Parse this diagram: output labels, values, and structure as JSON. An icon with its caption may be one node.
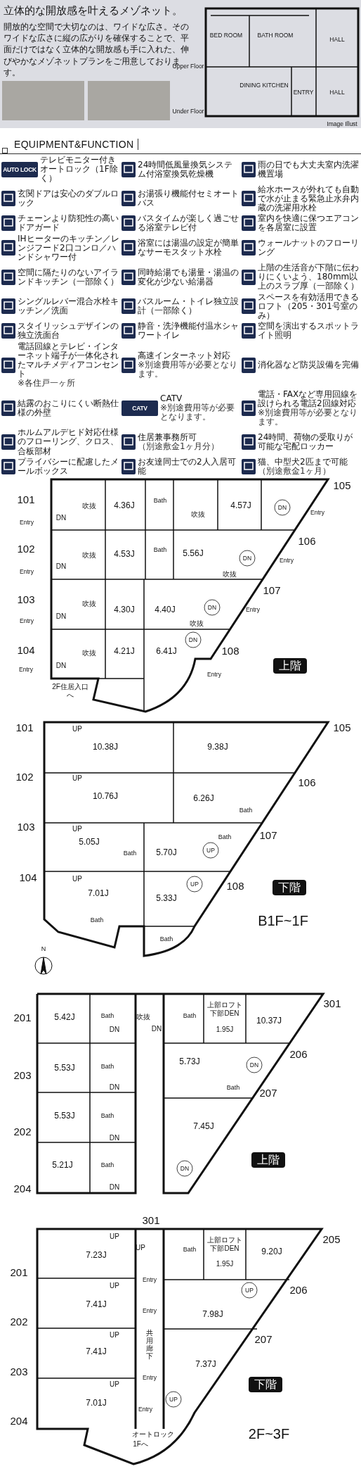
{
  "diagram": {
    "title": "立体的な開放感を叶えるメゾネット。",
    "labels": [
      "開放的な空間で大切なのは、ワイドな広さ。そのワイドな広さに縦の広がりを確保することで、平面だけではなく立体的な開放感も手に入れた、伸びやかなメゾネットプランをご用意しております。",
      "BED ROOM",
      "BATH ROOM",
      "HALL",
      "Upper Floor",
      "DINING KITCHEN",
      "ENTRY",
      "HALL",
      "Under Floor",
      "Image Illust",
      "EQUIPMENT&FUNCTION",
      "AUTO LOCK",
      "テレビモニター付きオートロック（1F除く）",
      "24時間低風量換気システム付浴室換気乾燥機",
      "雨の日でも大丈夫室内洗濯機置場",
      "玄関ドアは安心のダブルロック",
      "お湯張り機能付セミオートバス",
      "給水ホースが外れても自動で水が止まる緊急止水弁内蔵の洗濯用水栓",
      "チェーンより防犯性の高いドアガード",
      "バスタイムが楽しく過ごせる浴室テレビ付",
      "室内を快適に保つエアコンを各居室に設置",
      "IHヒーターのキッチン／レンジフード2口コンロ／ハンドシャワー付",
      "浴室には湯温の設定が簡単なサーモスタット水栓",
      "ウォールナットのフローリング",
      "空間に隔たりのないアイランドキッチン（一部除く）",
      "同時給湯でも湯量・湯温の変化が少ない給湯器",
      "上階の生活音が下階に伝わりにくいよう、180mm以上のスラブ厚（一部除く）",
      "シングルレバー混合水栓キッチン／洗面",
      "バスルーム・トイレ独立設計（一部除く）",
      "スペースを有効活用できるロフト（205・301号室のみ）",
      "スタイリッシュデザインの独立洗面台",
      "静音・洗浄機能付温水シャワートイレ",
      "空間を演出するスポットライト照明",
      "電話回線とテレビ・インターネット端子が一体化されたマルチメディアコンセント",
      "※各住戸一ヶ所",
      "高速インターネット対応",
      "※別途費用等が必要となります。",
      "消化器など防災設備を完備",
      "結露のおこりにくい断熱仕様の外壁",
      "CATV",
      "CATV",
      "※別途費用等が必要となります。",
      "電話・FAXなど専用回線を設けられる電話2回線対応",
      "※別途費用等が必要となります。",
      "ホルムアルデヒド対応仕様のフローリング、クロス、合板部材",
      "住居兼事務所可",
      "（別途敷金1ヶ月分）",
      "24時間、荷物の受取りが可能な宅配ロッカー",
      "プライバシーに配慮したメールボックス",
      "お友達同士での2人入居可能",
      "猫、中型犬2匹まで可能",
      "（別途敷金1ヶ月）",
      "101",
      "吹抜",
      "4.36J",
      "Bath",
      "吹抜",
      "4.57J",
      "DN",
      "105",
      "DN",
      "Entry",
      "Entry",
      "102",
      "吹抜",
      "4.53J",
      "Bath",
      "5.56J",
      "DN",
      "106",
      "DN",
      "Entry",
      "Entry",
      "吹抜",
      "103",
      "吹抜",
      "4.30J",
      "4.40J",
      "DN",
      "107",
      "DN",
      "Entry",
      "Entry",
      "吹抜",
      "104",
      "吹抜",
      "4.21J",
      "6.41J",
      "DN",
      "108",
      "上階",
      "DN",
      "Entry",
      "Entry",
      "2F住居入口へ",
      "101",
      "UP",
      "105",
      "10.38J",
      "9.38J",
      "102",
      "106",
      "UP",
      "10.76J",
      "6.26J",
      "Bath",
      "103",
      "UP",
      "5.05J",
      "Bath",
      "107",
      "Bath",
      "5.70J",
      "UP",
      "104",
      "UP",
      "UP",
      "108",
      "下階",
      "5.33J",
      "7.01J",
      "Bath",
      "B1F~1F",
      "Bath",
      "N",
      "201",
      "5.42J",
      "Bath",
      "吹抜",
      "Bath",
      "上部ロフト下部DEN",
      "1.95J",
      "10.37J",
      "301",
      "DN",
      "DN",
      "206",
      "5.73J",
      "5.53J",
      "Bath",
      "DN",
      "203",
      "DN",
      "Bath",
      "207",
      "5.53J",
      "Bath",
      "7.45J",
      "202",
      "DN",
      "上階",
      "5.21J",
      "Bath",
      "DN",
      "204",
      "DN",
      "301",
      "201",
      "UP",
      "7.23J",
      "UP",
      "Bath",
      "上部ロフト下部DEN",
      "1.95J",
      "9.20J",
      "205",
      "Entry",
      "UP",
      "7.41J",
      "UP",
      "206",
      "Entry",
      "7.98J",
      "202",
      "UP",
      "207",
      "共用廊下",
      "7.41J",
      "7.37J",
      "203",
      "Entry",
      "UP",
      "下階",
      "UP",
      "7.01J",
      "Entry",
      "204",
      "オートロック",
      "2F~3F",
      "1Fへ"
    ]
  }
}
